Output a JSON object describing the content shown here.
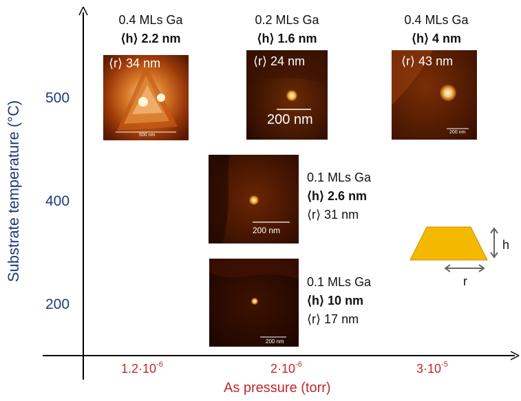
{
  "axes": {
    "y_label": "Substrate temperature (°C)",
    "x_label": "As pressure (torr)",
    "y_ticks": [
      "500",
      "400",
      "200"
    ],
    "x_ticks": [
      {
        "base": "1.2·10",
        "exp": "-6"
      },
      {
        "base": "2·10",
        "exp": "-6"
      },
      {
        "base": "3·10",
        "exp": "-5"
      }
    ]
  },
  "samples": [
    {
      "coverage": "0.4 MLs Ga",
      "h": "⟨h⟩ 2.2 nm",
      "r": "⟨r⟩ 34 nm",
      "scale": "500 nm",
      "temperature": "500",
      "pressure": "1.2·10-6"
    },
    {
      "coverage": "0.2 MLs Ga",
      "h": "⟨h⟩ 1.6 nm",
      "r": "⟨r⟩ 24 nm",
      "scale": "200 nm",
      "temperature": "500",
      "pressure": "2·10-6"
    },
    {
      "coverage": "0.4 MLs Ga",
      "h": "⟨h⟩ 4 nm",
      "r": "⟨r⟩ 43 nm",
      "scale": "200 nm",
      "temperature": "500",
      "pressure": "3·10-5"
    },
    {
      "coverage": "0.1 MLs Ga",
      "h": "⟨h⟩ 2.6 nm",
      "r": "⟨r⟩ 31 nm",
      "scale": "200 nm",
      "temperature": "400",
      "pressure": "2·10-6"
    },
    {
      "coverage": "0.1 MLs Ga",
      "h": "⟨h⟩ 10 nm",
      "r": "⟨r⟩ 17 nm",
      "scale": "200 nm",
      "temperature": "200",
      "pressure": "2·10-6"
    }
  ],
  "schematic": {
    "height_label": "h",
    "radius_label": "r",
    "fill_color": "#f5b800"
  },
  "colors": {
    "y_axis_text": "#1f3a78",
    "x_axis_text": "#c0282a"
  }
}
